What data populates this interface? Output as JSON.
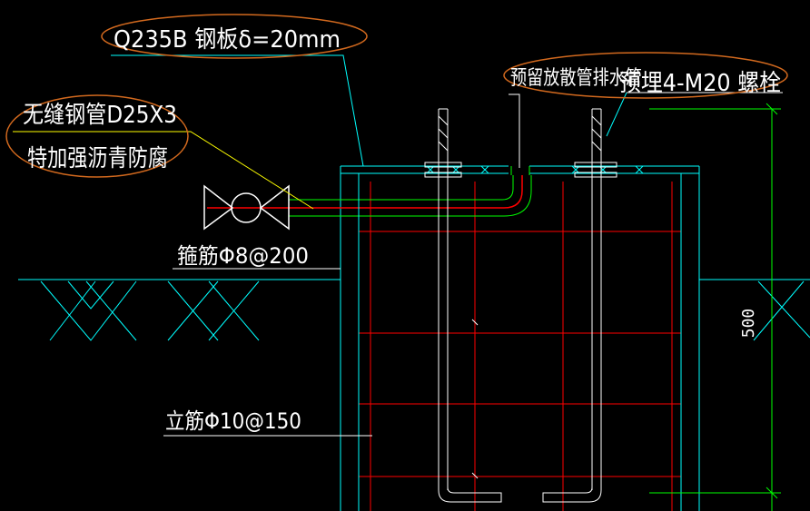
{
  "labels": {
    "steel_plate": "Q235B 钢板δ=20mm",
    "pipe_line1": "无缝钢管D25X3",
    "pipe_line2": "特加强沥青防腐",
    "drain_pipe": "预留放散管排水管",
    "anchor_bolts": "预埋4-M20 螺栓",
    "stirrup": "箍筋Φ8@200",
    "vertical_bar": "立筋Φ10@150",
    "dimension": "500"
  },
  "colors": {
    "cyan": "#00ffff",
    "red": "#ff0000",
    "green": "#00ff00",
    "white": "#ffffff",
    "yellow": "#ffff00",
    "ellipse": "#d2691e"
  }
}
